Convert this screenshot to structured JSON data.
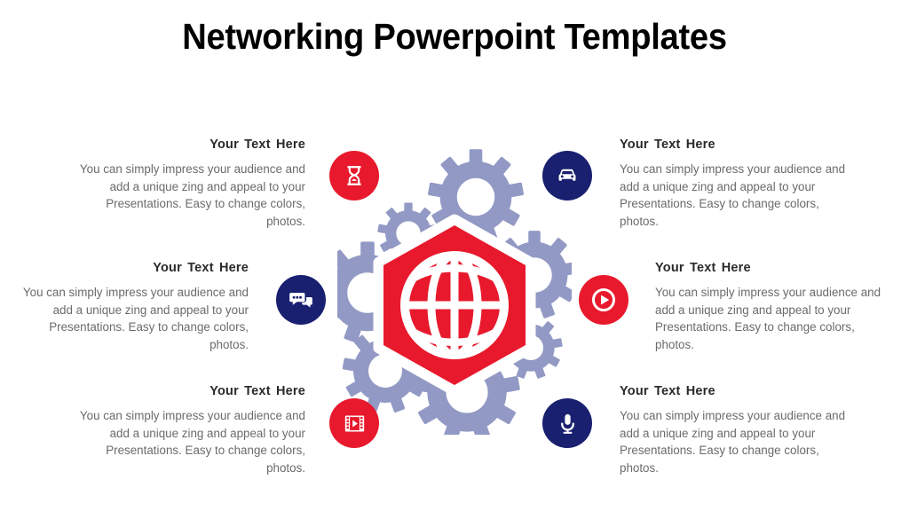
{
  "slide": {
    "title": "Networking Powerpoint Templates",
    "background_color": "#ffffff"
  },
  "theme": {
    "red": "#e8192c",
    "navy": "#1a2070",
    "gear_color": "#9299c4",
    "heading_color": "#2a2a2a",
    "body_color": "#6b6b6b",
    "title_color": "#000000",
    "icon_color": "#ffffff"
  },
  "center": {
    "icon": "globe-icon",
    "shape": "hexagon",
    "fill": "#e8192c",
    "border": "#ffffff",
    "gears_count": 8
  },
  "blocks": [
    {
      "id": "top-left",
      "position": "left",
      "heading": "Your Text Here",
      "body": "You can simply impress your audience and add a unique zing and appeal to your Presentations. Easy to change colors, photos.",
      "icon": "hourglass-icon",
      "icon_color": "#e8192c"
    },
    {
      "id": "middle-left",
      "position": "left",
      "heading": "Your Text Here",
      "body": "You can simply impress your audience and add a unique zing and appeal to your Presentations. Easy to change colors, photos.",
      "icon": "chat-bubbles-icon",
      "icon_color": "#1a2070"
    },
    {
      "id": "bottom-left",
      "position": "left",
      "heading": "Your Text Here",
      "body": "You can simply impress your audience and add a unique zing and appeal to your Presentations. Easy to change colors, photos.",
      "icon": "film-strip-icon",
      "icon_color": "#e8192c"
    },
    {
      "id": "top-right",
      "position": "right",
      "heading": "Your Text Here",
      "body": "You can simply impress your audience and add a unique zing and appeal to your Presentations. Easy to change colors, photos.",
      "icon": "car-icon",
      "icon_color": "#1a2070"
    },
    {
      "id": "middle-right",
      "position": "right",
      "heading": "Your Text Here",
      "body": "You can simply impress your audience and add a unique zing and appeal to your Presentations. Easy to change colors, photos.",
      "icon": "play-circle-icon",
      "icon_color": "#e8192c"
    },
    {
      "id": "bottom-right",
      "position": "right",
      "heading": "Your Text Here",
      "body": "You can simply impress your audience and add a unique zing and appeal to your Presentations. Easy to change colors, photos.",
      "icon": "microphone-icon",
      "icon_color": "#1a2070"
    }
  ]
}
